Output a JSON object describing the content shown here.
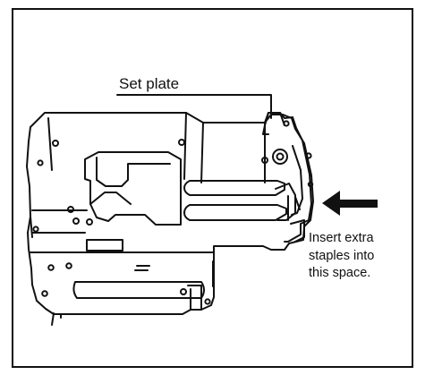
{
  "diagram": {
    "labels": {
      "set_plate": "Set plate",
      "insert_note": [
        "Insert extra",
        "staples into",
        "this space."
      ]
    },
    "colors": {
      "line": "#111111",
      "background": "#ffffff"
    },
    "icons": {
      "arrow": "left-arrow-icon"
    }
  }
}
